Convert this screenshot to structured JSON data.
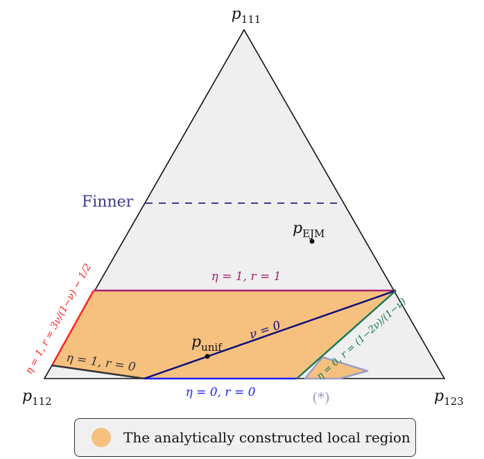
{
  "vertices": {
    "top": "p111",
    "left": "p112",
    "right": "p123"
  },
  "points": {
    "ejm": "pEJM",
    "unif": "punif"
  },
  "labels": {
    "finner": "Finner",
    "top_edge": "η = 1, r = 1",
    "bottom_edge": "η = 0, r = 0",
    "left_red": "η = 1, r = 3ν/(1−ν) − 1/2",
    "left_black": "η = 1, r = 0",
    "diagonal": "ν = 0",
    "green": "η = 0, r = (1−2ν)/(1−ν)",
    "star": "(*)"
  },
  "legend": {
    "text": "The analytically constructed local region"
  },
  "colors": {
    "triangle_fill": "#efefef",
    "region": "#f6c07f",
    "finner": "#3b3b8e",
    "purple": "#a3246e",
    "red": "#ff2020",
    "blue": "#1f1fff",
    "navy": "#0c0c7a",
    "green": "#157a52",
    "star": "#9d9dc4"
  }
}
